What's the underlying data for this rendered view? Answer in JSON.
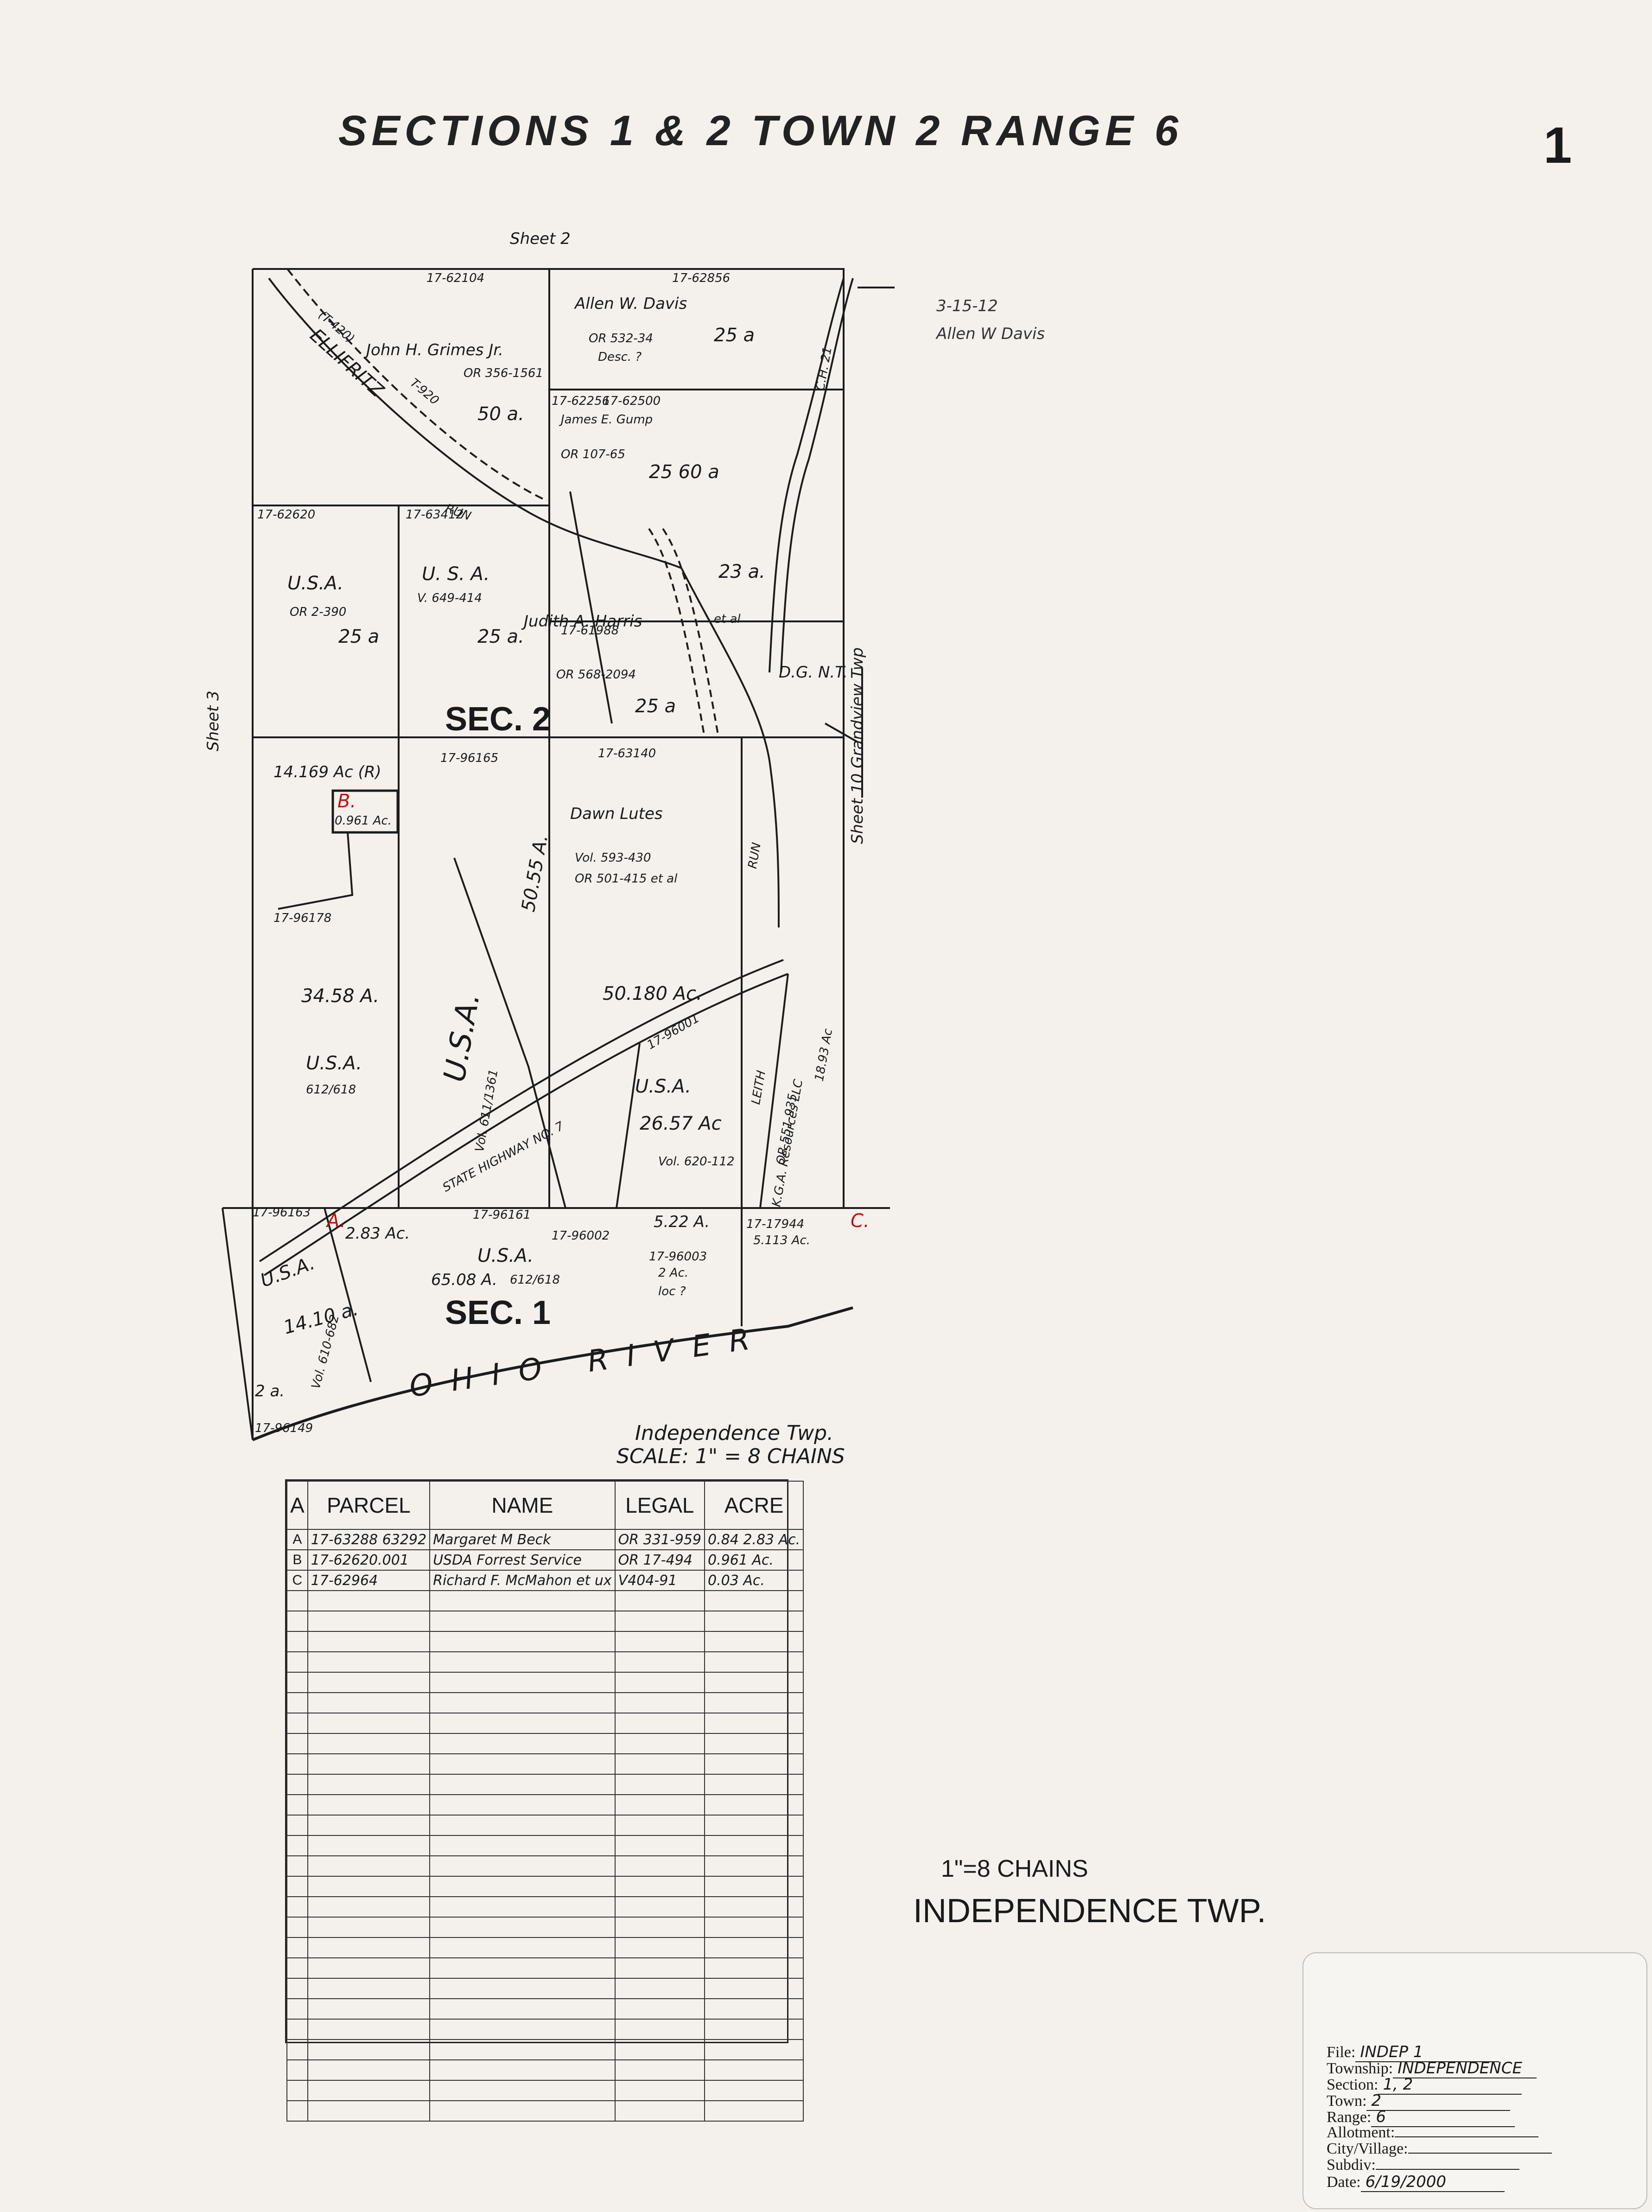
{
  "header": {
    "title": "SECTIONS 1 & 2 TOWN 2 RANGE 6",
    "sheet_number": "1"
  },
  "map": {
    "sheet_labels": {
      "top": "Sheet 2",
      "left": "Sheet 3",
      "right": "Sheet 10 Grandview Twp"
    },
    "annotation": {
      "date": "3-15-12",
      "name": "Allen W Davis"
    },
    "roads": {
      "ellifritz_run": "ELLIFRITZ",
      "run": "RUN",
      "t420": "(T-420)",
      "t920": "T-920",
      "ch21": "C.H. 21",
      "state_highway": "STATE HIGHWAY NO. 7",
      "leith_run": "LEITH",
      "run2": "RUN",
      "river": "OHIO RIVER"
    },
    "sections": {
      "sec2": "SEC. 2",
      "sec1": "SEC. 1"
    },
    "parcels": [
      {
        "id": "17-62104",
        "owner": "John H. Grimes Jr.",
        "legal": "OR 356-1561",
        "acres": "50 a."
      },
      {
        "id": "17-62856",
        "owner": "Allen W. Davis",
        "legal": "OR 532-34",
        "note": "Desc. ?",
        "acres": "25 a"
      },
      {
        "id": "17-62500",
        "alt_id": "17-62256",
        "owner": "James E. Gump",
        "legal": "OR 107-65",
        "acres": "25 60 a"
      },
      {
        "id": "17-62620",
        "owner": "U.S.A.",
        "legal": "OR 2-390",
        "acres": "25 a"
      },
      {
        "id": "17-63412",
        "owner": "U. S. A.",
        "legal": "V. 649-414",
        "acres": "25 a."
      },
      {
        "id": "",
        "acres": "23 a."
      },
      {
        "id": "17-61988",
        "owner": "Judith A. Harris",
        "note": "et al",
        "legal": "OR 568-2094",
        "acres": "25 a"
      },
      {
        "id": "",
        "owner": "D.G. N.T."
      },
      {
        "id": "17-96165",
        "acres": "50.55 A."
      },
      {
        "id": "17-63140",
        "owner": "Dawn Lutes",
        "legal": "Vol. 593-430",
        "legal2": "OR 501-415 et al",
        "acres": "50.180 Ac."
      },
      {
        "id": "",
        "acres": "14.169 Ac (R)"
      },
      {
        "id": "17-96178",
        "acres": "34.58 A."
      },
      {
        "id": "",
        "owner": "U.S.A.",
        "legal": "612/618"
      },
      {
        "id": "",
        "owner": "U.S.A.",
        "legal": "Vol. 611/1361"
      },
      {
        "id": "17-96001",
        "owner": "U.S.A.",
        "legal": "Vol. 620-112",
        "acres": "26.57 Ac"
      },
      {
        "id": "",
        "owner": "K.G.A. Resources LLC",
        "legal": "OR 551-935",
        "acres": "18.93 Ac"
      },
      {
        "id": "17-96163",
        "owner": "U.S.A."
      },
      {
        "id": "17-96161",
        "owner": "U.S.A.",
        "legal": "612/618",
        "acres": "65.08 A."
      },
      {
        "id": "17-96002",
        "acres": "5.22 A."
      },
      {
        "id": "17-96003",
        "acres": "2 Ac.",
        "note": "loc ?"
      },
      {
        "id": "17-17944",
        "acres": "5.113 Ac."
      },
      {
        "id": "",
        "legal": "Vol. 610-682",
        "acres": "14.10 a."
      },
      {
        "id": "17-96149",
        "acres": "2 a."
      }
    ],
    "markers": {
      "a": "A.",
      "b": "B.",
      "c": "C.",
      "b_acres": "0.961 Ac.",
      "a_acres": "2.83 Ac."
    }
  },
  "scale_block": {
    "township": "Independence Twp.",
    "scale": "SCALE: 1\" = 8 CHAINS"
  },
  "legend": {
    "headers": [
      "A",
      "PARCEL",
      "NAME",
      "LEGAL",
      "ACRE"
    ],
    "rows": [
      [
        "A",
        "17-63288 63292",
        "Margaret M Beck",
        "OR 331-959",
        "0.84 2.83 Ac."
      ],
      [
        "B",
        "17-62620.001",
        "USDA Forrest Service",
        "OR 17-494",
        "0.961 Ac."
      ],
      [
        "C",
        "17-62964",
        "Richard F. McMahon et ux",
        "V404-91",
        "0.03 Ac."
      ]
    ],
    "empty_rows": 26
  },
  "bottom_note": {
    "scale": "1\"=8 CHAINS",
    "township": "INDEPENDENCE TWP."
  },
  "info": {
    "file_label": "File:",
    "file": "INDEP 1",
    "township_label": "Township:",
    "township": "INDEPENDENCE",
    "section_label": "Section:",
    "section": "1, 2",
    "town_label": "Town:",
    "town": "2",
    "range_label": "Range:",
    "range": "6",
    "allotment_label": "Allotment:",
    "allotment": "",
    "city_label": "City/Village:",
    "city": "",
    "subdiv_label": "Subdiv:",
    "subdiv": "",
    "date_label": "Date:",
    "date": "6/19/2000"
  }
}
